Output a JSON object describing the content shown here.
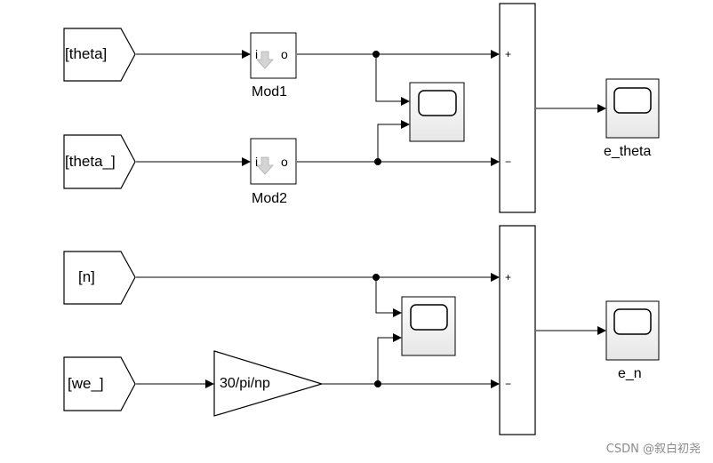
{
  "from_tags": [
    "[theta]",
    "[theta_]",
    "[n]",
    "[we_]"
  ],
  "mod_blocks": [
    {
      "in_port": "i",
      "out_port": "o",
      "label": "Mod1"
    },
    {
      "in_port": "i",
      "out_port": "o",
      "label": "Mod2"
    }
  ],
  "gain": {
    "label": "30/pi/np"
  },
  "sum_blocks": [
    {
      "plus": "+",
      "minus": "−"
    },
    {
      "plus": "+",
      "minus": "−"
    }
  ],
  "scope_labels": [
    "e_theta",
    "e_n"
  ],
  "watermark": "CSDN @叙白初尧"
}
